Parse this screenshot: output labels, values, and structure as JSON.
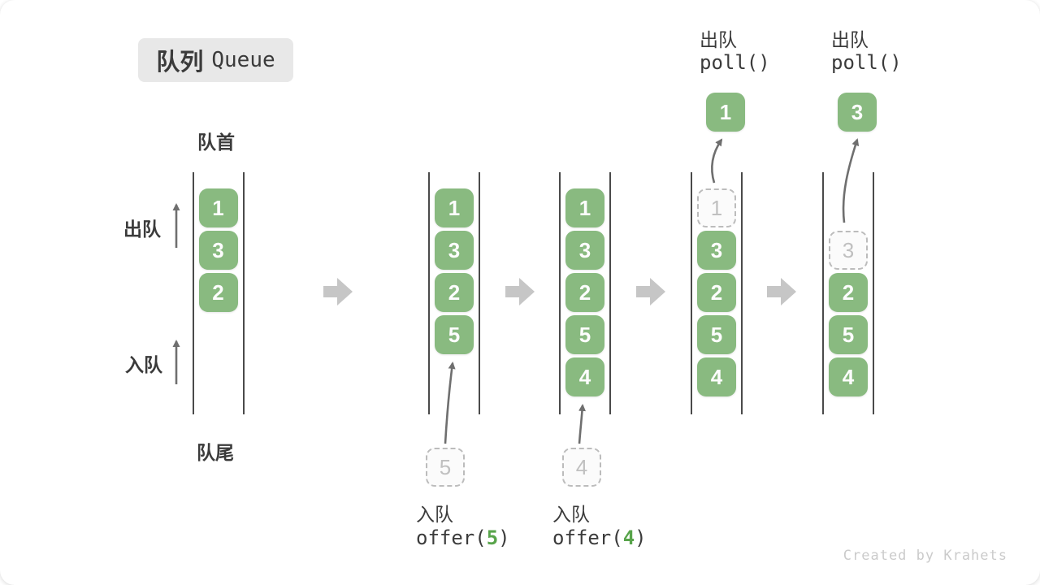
{
  "title": {
    "zh": "队列",
    "en": "Queue"
  },
  "labels": {
    "front": "队首",
    "rear": "队尾",
    "dequeue": "出队",
    "enqueue": "入队"
  },
  "colors": {
    "box_green": "#89ba80",
    "box_text": "#fdfdfd",
    "ghost_border": "#bcbcbc",
    "ghost_text": "#c0c0c0",
    "accent_green": "#58a44b",
    "text_dark": "#3b3b3b",
    "title_bg": "#e8e8e8",
    "block_arrow_gray": "#c6c6c6",
    "thin_arrow_gray": "#6f6f6f",
    "watermark_gray": "#cbcbcb"
  },
  "stages": [
    {
      "name": "initial-queue",
      "slots": [
        {
          "value": "1",
          "style": "solid"
        },
        {
          "value": "3",
          "style": "solid"
        },
        {
          "value": "2",
          "style": "solid"
        }
      ]
    },
    {
      "name": "after-offer-5",
      "slots": [
        {
          "value": "1",
          "style": "solid"
        },
        {
          "value": "3",
          "style": "solid"
        },
        {
          "value": "2",
          "style": "solid"
        },
        {
          "value": "5",
          "style": "solid"
        }
      ],
      "below": {
        "pending_value": "5",
        "label": "入队",
        "code_fn": "offer(",
        "code_arg": "5",
        "code_close": ")"
      }
    },
    {
      "name": "after-offer-4",
      "slots": [
        {
          "value": "1",
          "style": "solid"
        },
        {
          "value": "3",
          "style": "solid"
        },
        {
          "value": "2",
          "style": "solid"
        },
        {
          "value": "5",
          "style": "solid"
        },
        {
          "value": "4",
          "style": "solid"
        }
      ],
      "below": {
        "pending_value": "4",
        "label": "入队",
        "code_fn": "offer(",
        "code_arg": "4",
        "code_close": ")"
      }
    },
    {
      "name": "after-poll-1",
      "slots": [
        {
          "value": "1",
          "style": "ghost"
        },
        {
          "value": "3",
          "style": "solid"
        },
        {
          "value": "2",
          "style": "solid"
        },
        {
          "value": "5",
          "style": "solid"
        },
        {
          "value": "4",
          "style": "solid"
        }
      ],
      "above": {
        "label": "出队",
        "code": "poll()",
        "removed_value": "1"
      }
    },
    {
      "name": "after-poll-3",
      "slots": [
        {
          "style": "empty"
        },
        {
          "value": "3",
          "style": "ghost"
        },
        {
          "value": "2",
          "style": "solid"
        },
        {
          "value": "5",
          "style": "solid"
        },
        {
          "value": "4",
          "style": "solid"
        }
      ],
      "above": {
        "label": "出队",
        "code": "poll()",
        "removed_value": "3"
      }
    }
  ],
  "watermark": "Created by Krahets"
}
